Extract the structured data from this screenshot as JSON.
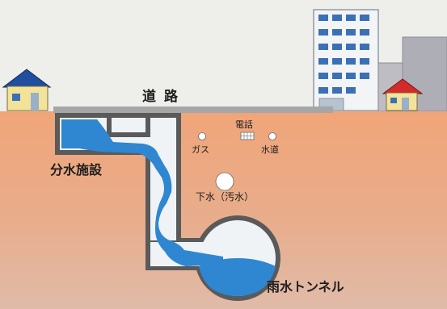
{
  "labels": {
    "road": "道路",
    "branch_facility": "分水施設",
    "telephone": "電話",
    "gas": "ガス",
    "water_supply": "水道",
    "sewage": "下水（汚水）",
    "rain_tunnel": "雨水トンネル"
  },
  "colors": {
    "sky": "#eeeeea",
    "ground_top": "#f0a578",
    "ground_bottom": "#e2b8a2",
    "road": "#a6a6a6",
    "structure_wall": "#5a5a5a",
    "structure_inner": "#eff3f6",
    "water": "#2f86d1",
    "house_roof_blue": "#1f4f9e",
    "house_roof_red": "#d32a2a",
    "house_wall": "#f3e29a"
  }
}
